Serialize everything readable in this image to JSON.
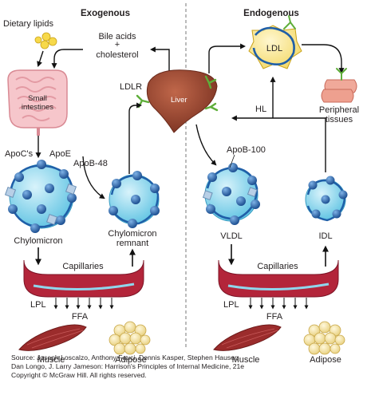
{
  "headers": {
    "exogenous": "Exogenous",
    "endogenous": "Endogenous"
  },
  "labels": {
    "dietary_lipids": "Dietary lipids",
    "bile_acids": "Bile acids",
    "plus": "+",
    "cholesterol": "cholesterol",
    "small": "Small",
    "intestines": "intestines",
    "ldlr": "LDLR",
    "liver": "Liver",
    "ldl": "LDL",
    "peripheral": "Peripheral",
    "tissues": "tissues",
    "hl": "HL",
    "apocs": "ApoC's",
    "apoe": "ApoE",
    "apob48": "ApoB-48",
    "apob100": "ApoB-100",
    "chylomicron": "Chylomicron",
    "chylomicron_remnant_1": "Chylomicron",
    "chylomicron_remnant_2": "remnant",
    "vldl": "VLDL",
    "idl": "IDL",
    "capillaries_left": "Capillaries",
    "capillaries_right": "Capillaries",
    "lpl_left": "LPL",
    "lpl_right": "LPL",
    "ffa_left": "FFA",
    "ffa_right": "FFA",
    "muscle_left": "Muscle",
    "muscle_right": "Muscle",
    "adipose_left": "Adipose",
    "adipose_right": "Adipose"
  },
  "source": {
    "line1": "Source: Joseph Loscalzo, Anthony Fauci, Dennis Kasper, Stephen Hauser,",
    "line2": "Dan Longo, J. Larry Jameson: Harrison's Principles of Internal Medicine, 21e",
    "line3": "Copyright © McGraw Hill. All rights reserved."
  },
  "colors": {
    "particle": "#8fd6ec",
    "apo_blue": "#1f5fa8",
    "liver": "#9a4a33",
    "receptor": "#5fae3a",
    "capillary": "#b3253a",
    "ldl": "#fbe99a",
    "muscle": "#9b2c2c",
    "adipose": "#f3e3a6"
  }
}
